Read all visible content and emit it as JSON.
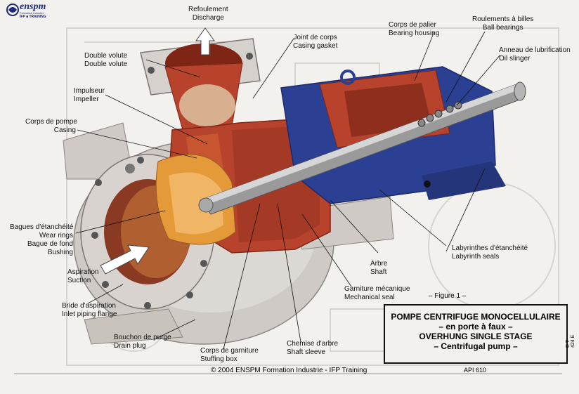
{
  "brand": {
    "name": "enspm",
    "line1": "Formation Industrie",
    "line2": "IFP ■ TRAINING"
  },
  "labels": {
    "refoulement": {
      "fr": "Refoulement",
      "en": "Discharge"
    },
    "double_volute": {
      "fr": "Double volute",
      "en": "Double volute"
    },
    "joint_corps": {
      "fr": "Joint de corps",
      "en": "Casing gasket"
    },
    "corps_palier": {
      "fr": "Corps de palier",
      "en": "Bearing housing"
    },
    "roulements": {
      "fr": "Roulements à billes",
      "en": "Ball bearings"
    },
    "anneau": {
      "fr": "Anneau de lubrification",
      "en": "Oil slinger"
    },
    "impulseur": {
      "fr": "Impulseur",
      "en": "Impeller"
    },
    "corps_pompe": {
      "fr": "Corps de pompe",
      "en": "Casing"
    },
    "bagues": {
      "fr1": "Bagues  d'étanchéité",
      "en1": "Wear rings",
      "fr2": "Bague de fond",
      "en2": "Bushing"
    },
    "aspiration": {
      "fr": "Aspiration",
      "en": "Suction"
    },
    "bride": {
      "fr": "Bride d'aspiration",
      "en": "Inlet piping flange"
    },
    "bouchon": {
      "fr": "Bouchon de purge",
      "en": "Drain plug"
    },
    "labyrinthes": {
      "fr": "Labyrinthes d'étanchéité",
      "en": "Labyrinth seals"
    },
    "arbre": {
      "fr": "Arbre",
      "en": "Shaft"
    },
    "garniture": {
      "fr": "Garniture mécanique",
      "en": "Mechanical seal"
    },
    "chemise": {
      "fr": "Chemise d'arbre",
      "en": "Shaft sleeve"
    },
    "corps_garniture": {
      "fr": "Corps de garniture",
      "en": "Stuffing box"
    }
  },
  "figure_label": "– Figure 1 –",
  "title": {
    "line1": "POMPE CENTRIFUGE MONOCELLULAIRE",
    "line2": "– en porte à faux –",
    "line3": "OVERHUNG SINGLE STAGE",
    "line4": "– Centrifugal pump –"
  },
  "copyright": "© 2004 ENSPM Formation Industrie - IFP Training",
  "api": "API 610",
  "reference": "D T 424 E",
  "colors": {
    "casing_red": "#b8432c",
    "casing_dark": "#7e2516",
    "bearing_blue": "#2b3f93",
    "blue_dark": "#1c2a6b",
    "grey_body": "#cfcac5",
    "shaft_grey": "#9a9a9a",
    "impeller_orange": "#e59a3a"
  }
}
